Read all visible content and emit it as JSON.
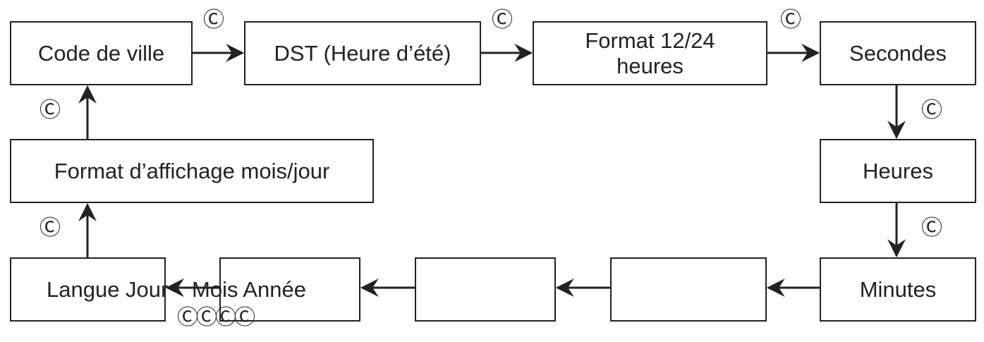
{
  "boxes": {
    "code_ville": "Code de ville",
    "dst": "DST (Heure d’été)",
    "format_12_24": "Format 12/24\nheures",
    "secondes": "Secondes",
    "heures": "Heures",
    "minutes": "Minutes",
    "empty_1": "",
    "empty_2": "",
    "mois_annee": "Mois Année",
    "langue_jour": "Langue Jour",
    "format_affichage": "Format d’affichage mois/jour"
  },
  "button_symbol": "Ⓒ",
  "button_symbol_x4": "ⒸⒸⒸⒸ",
  "colors": {
    "line": "#222222",
    "background": "#ffffff"
  }
}
